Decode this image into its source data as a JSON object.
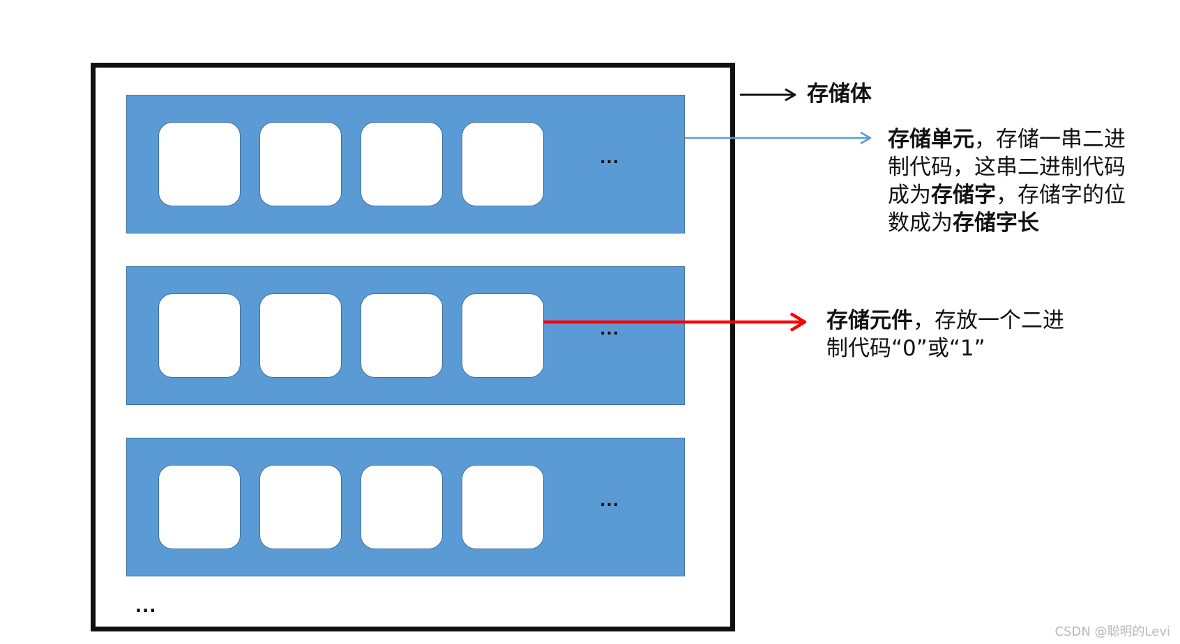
{
  "diagram": {
    "rows": [
      {
        "cells": 4,
        "ellipsis": "..."
      },
      {
        "cells": 4,
        "ellipsis": "..."
      },
      {
        "cells": 4,
        "ellipsis": "..."
      }
    ],
    "bottom_ellipsis": "...",
    "colors": {
      "row_fill": "#5b9bd5",
      "row_border": "#41719c",
      "frame": "#111111",
      "unit_arrow": "#5b9bd5",
      "element_arrow": "#ff0000"
    }
  },
  "labels": {
    "storage_body": "存储体",
    "storage_unit": {
      "line1_bold": "存储单元",
      "line1_rest": "，存储一串二进",
      "line2": "制代码，这串二进制代码",
      "line3_pre": "成为",
      "line3_bold": "存储字",
      "line3_rest": "，存储字的位",
      "line4_pre": "数成为",
      "line4_bold": "存储字长"
    },
    "storage_element": {
      "line1_bold": "存储元件",
      "line1_rest": "，存放一个二进",
      "line2": "制代码“0”或“1”"
    }
  },
  "watermark": "CSDN @聪明的Levi"
}
